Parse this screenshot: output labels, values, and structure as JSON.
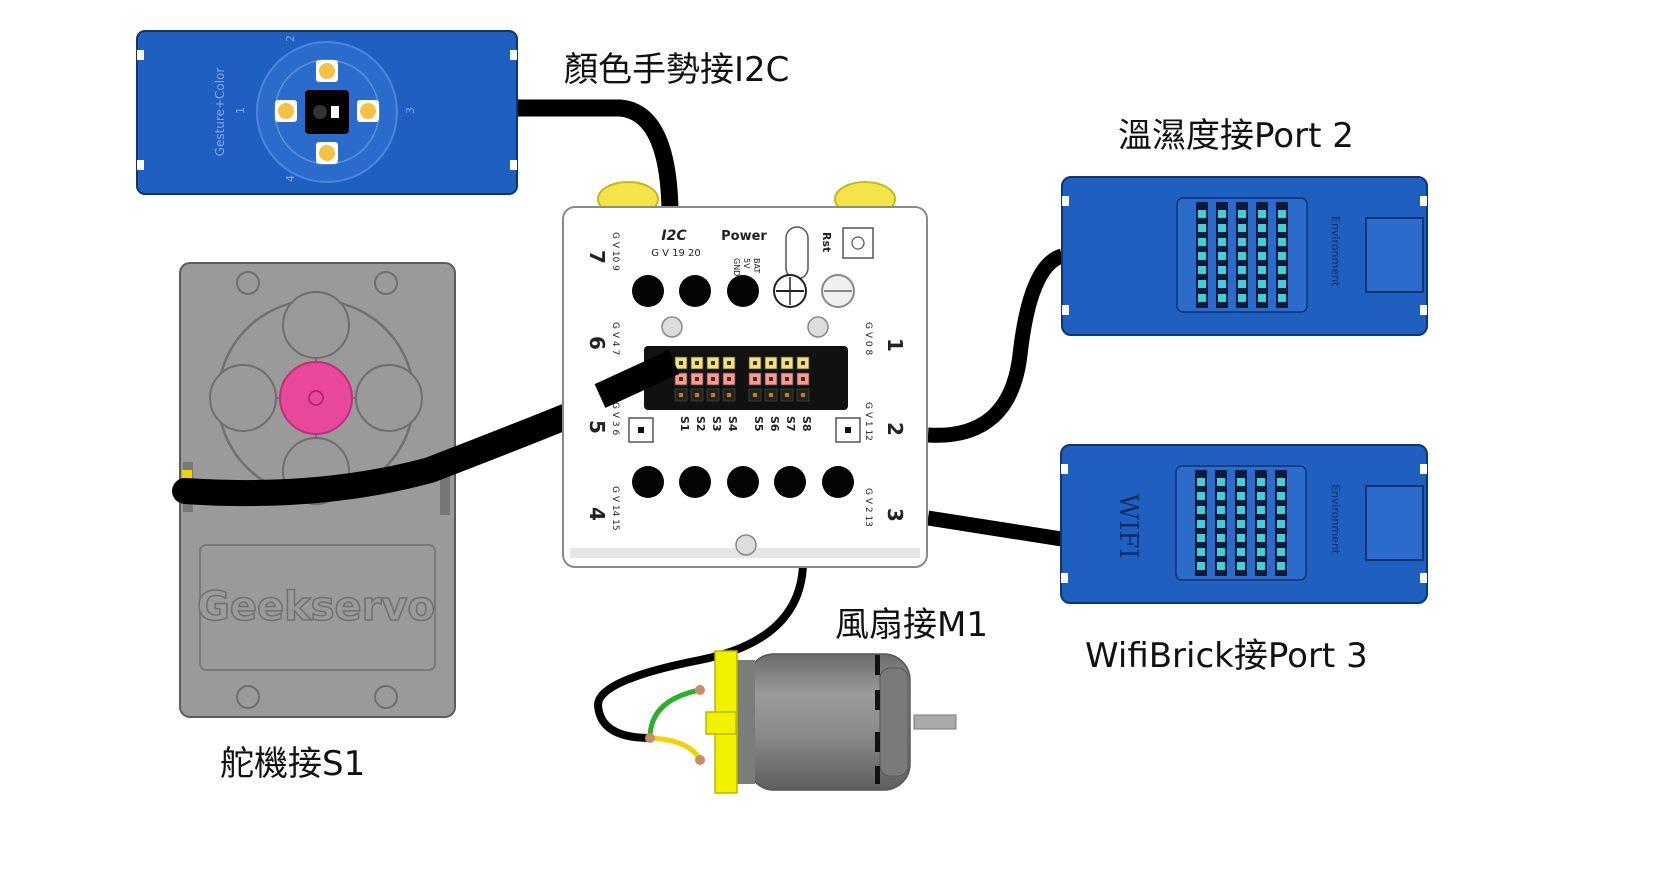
{
  "labels": {
    "gesture": "顏色手勢接I2C",
    "tempHumidity": "溫濕度接Port 2",
    "wifibrick": "WifiBrick接Port 3",
    "fan": "風扇接M1",
    "servo": "舵機接S1"
  },
  "gestureModule": {
    "name": "Gesture+Color",
    "pins": [
      "1",
      "2",
      "3",
      "4"
    ]
  },
  "servo": {
    "brand": "Geekservo"
  },
  "board": {
    "i2cTitle": "I2C",
    "i2cPins": "G V 19 20",
    "powerTitle": "Power",
    "powerPins": [
      "GND",
      "5V",
      "BAT"
    ],
    "rst": "Rst",
    "ports": [
      {
        "num": "7",
        "pins": "G V 10 9"
      },
      {
        "num": "6",
        "pins": "G V 4 7"
      },
      {
        "num": "5",
        "pins": "G V 3 6"
      },
      {
        "num": "4",
        "pins": "G V 14 15"
      },
      {
        "num": "1",
        "pins": "G V 0 8"
      },
      {
        "num": "2",
        "pins": "G V 1 12"
      },
      {
        "num": "3",
        "pins": "G V 2 13"
      }
    ],
    "servoPins": [
      "S1",
      "S2",
      "S3",
      "S4",
      "S5",
      "S6",
      "S7",
      "S8"
    ]
  },
  "envModule": {
    "text": "Environment"
  },
  "wifiModule": {
    "text": "WIFI",
    "env": "Environment"
  },
  "colors": {
    "moduleBlue": "#1f5fc0",
    "moduleBlueDark": "#123f86",
    "servoGray": "#9a9a9a",
    "servoPink": "#e8479b",
    "motorYellow": "#f2f200",
    "ledYellow": "#f5c242",
    "cable": "#000000"
  }
}
